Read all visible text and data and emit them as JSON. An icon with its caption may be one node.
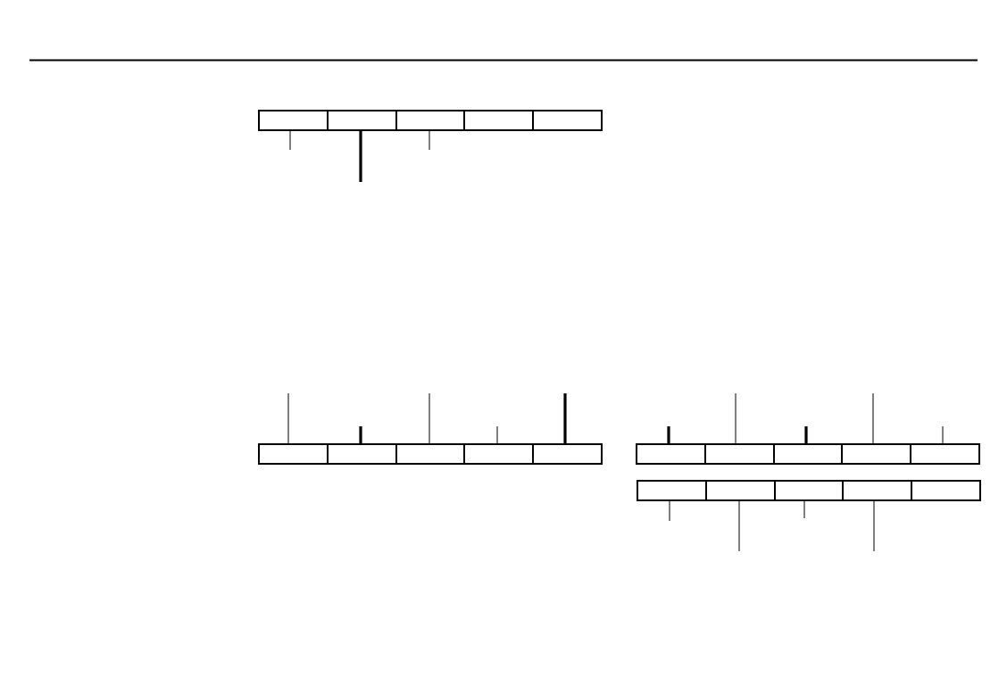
{
  "diagram": {
    "nodes": [
      {
        "text": [],
        "shape": "box"
      },
      {
        "text": [],
        "shape": "box"
      },
      {
        "text": [],
        "shape": "box"
      },
      {
        "text": [],
        "shape": "box"
      },
      {
        "text": [],
        "shape": "box"
      },
      {
        "text": [],
        "shape": "box"
      },
      {
        "text": [],
        "shape": "box"
      },
      {
        "text": [],
        "shape": "box"
      },
      {
        "text": [],
        "shape": "box"
      },
      {
        "text": [],
        "shape": "box"
      },
      {
        "text": [],
        "shape": "box"
      },
      {
        "text": [],
        "shape": "box"
      },
      {
        "text": [],
        "shape": "box"
      },
      {
        "text": [],
        "shape": "box"
      },
      {
        "text": [],
        "shape": "box"
      },
      {
        "text": [],
        "shape": "box"
      },
      {
        "text": [],
        "shape": "box"
      },
      {
        "text": [],
        "shape": "box"
      },
      {
        "text": [],
        "shape": "box"
      },
      {
        "text": [],
        "shape": "box"
      }
    ],
    "edges": [
      {
        "from": null,
        "to": 0,
        "arrow": "none"
      },
      {
        "from": null,
        "to": 1,
        "arrow": "none",
        "style": "thick"
      },
      {
        "from": null,
        "to": 2,
        "arrow": "none"
      },
      {
        "from": null,
        "to": 5,
        "arrow": "none"
      },
      {
        "from": null,
        "to": 6,
        "arrow": "none",
        "style": "thick"
      },
      {
        "from": null,
        "to": 7,
        "arrow": "none"
      },
      {
        "from": null,
        "to": 8,
        "arrow": "none"
      },
      {
        "from": null,
        "to": 9,
        "arrow": "none",
        "style": "thick"
      },
      {
        "from": null,
        "to": 10,
        "arrow": "none",
        "style": "thick"
      },
      {
        "from": null,
        "to": 11,
        "arrow": "none"
      },
      {
        "from": null,
        "to": 12,
        "arrow": "none",
        "style": "thick"
      },
      {
        "from": null,
        "to": 13,
        "arrow": "none"
      },
      {
        "from": null,
        "to": 14,
        "arrow": "none"
      },
      {
        "from": null,
        "to": 15,
        "arrow": "none"
      },
      {
        "from": null,
        "to": 16,
        "arrow": "none"
      },
      {
        "from": null,
        "to": 17,
        "arrow": "none"
      },
      {
        "from": null,
        "to": 18,
        "arrow": "none"
      }
    ]
  }
}
